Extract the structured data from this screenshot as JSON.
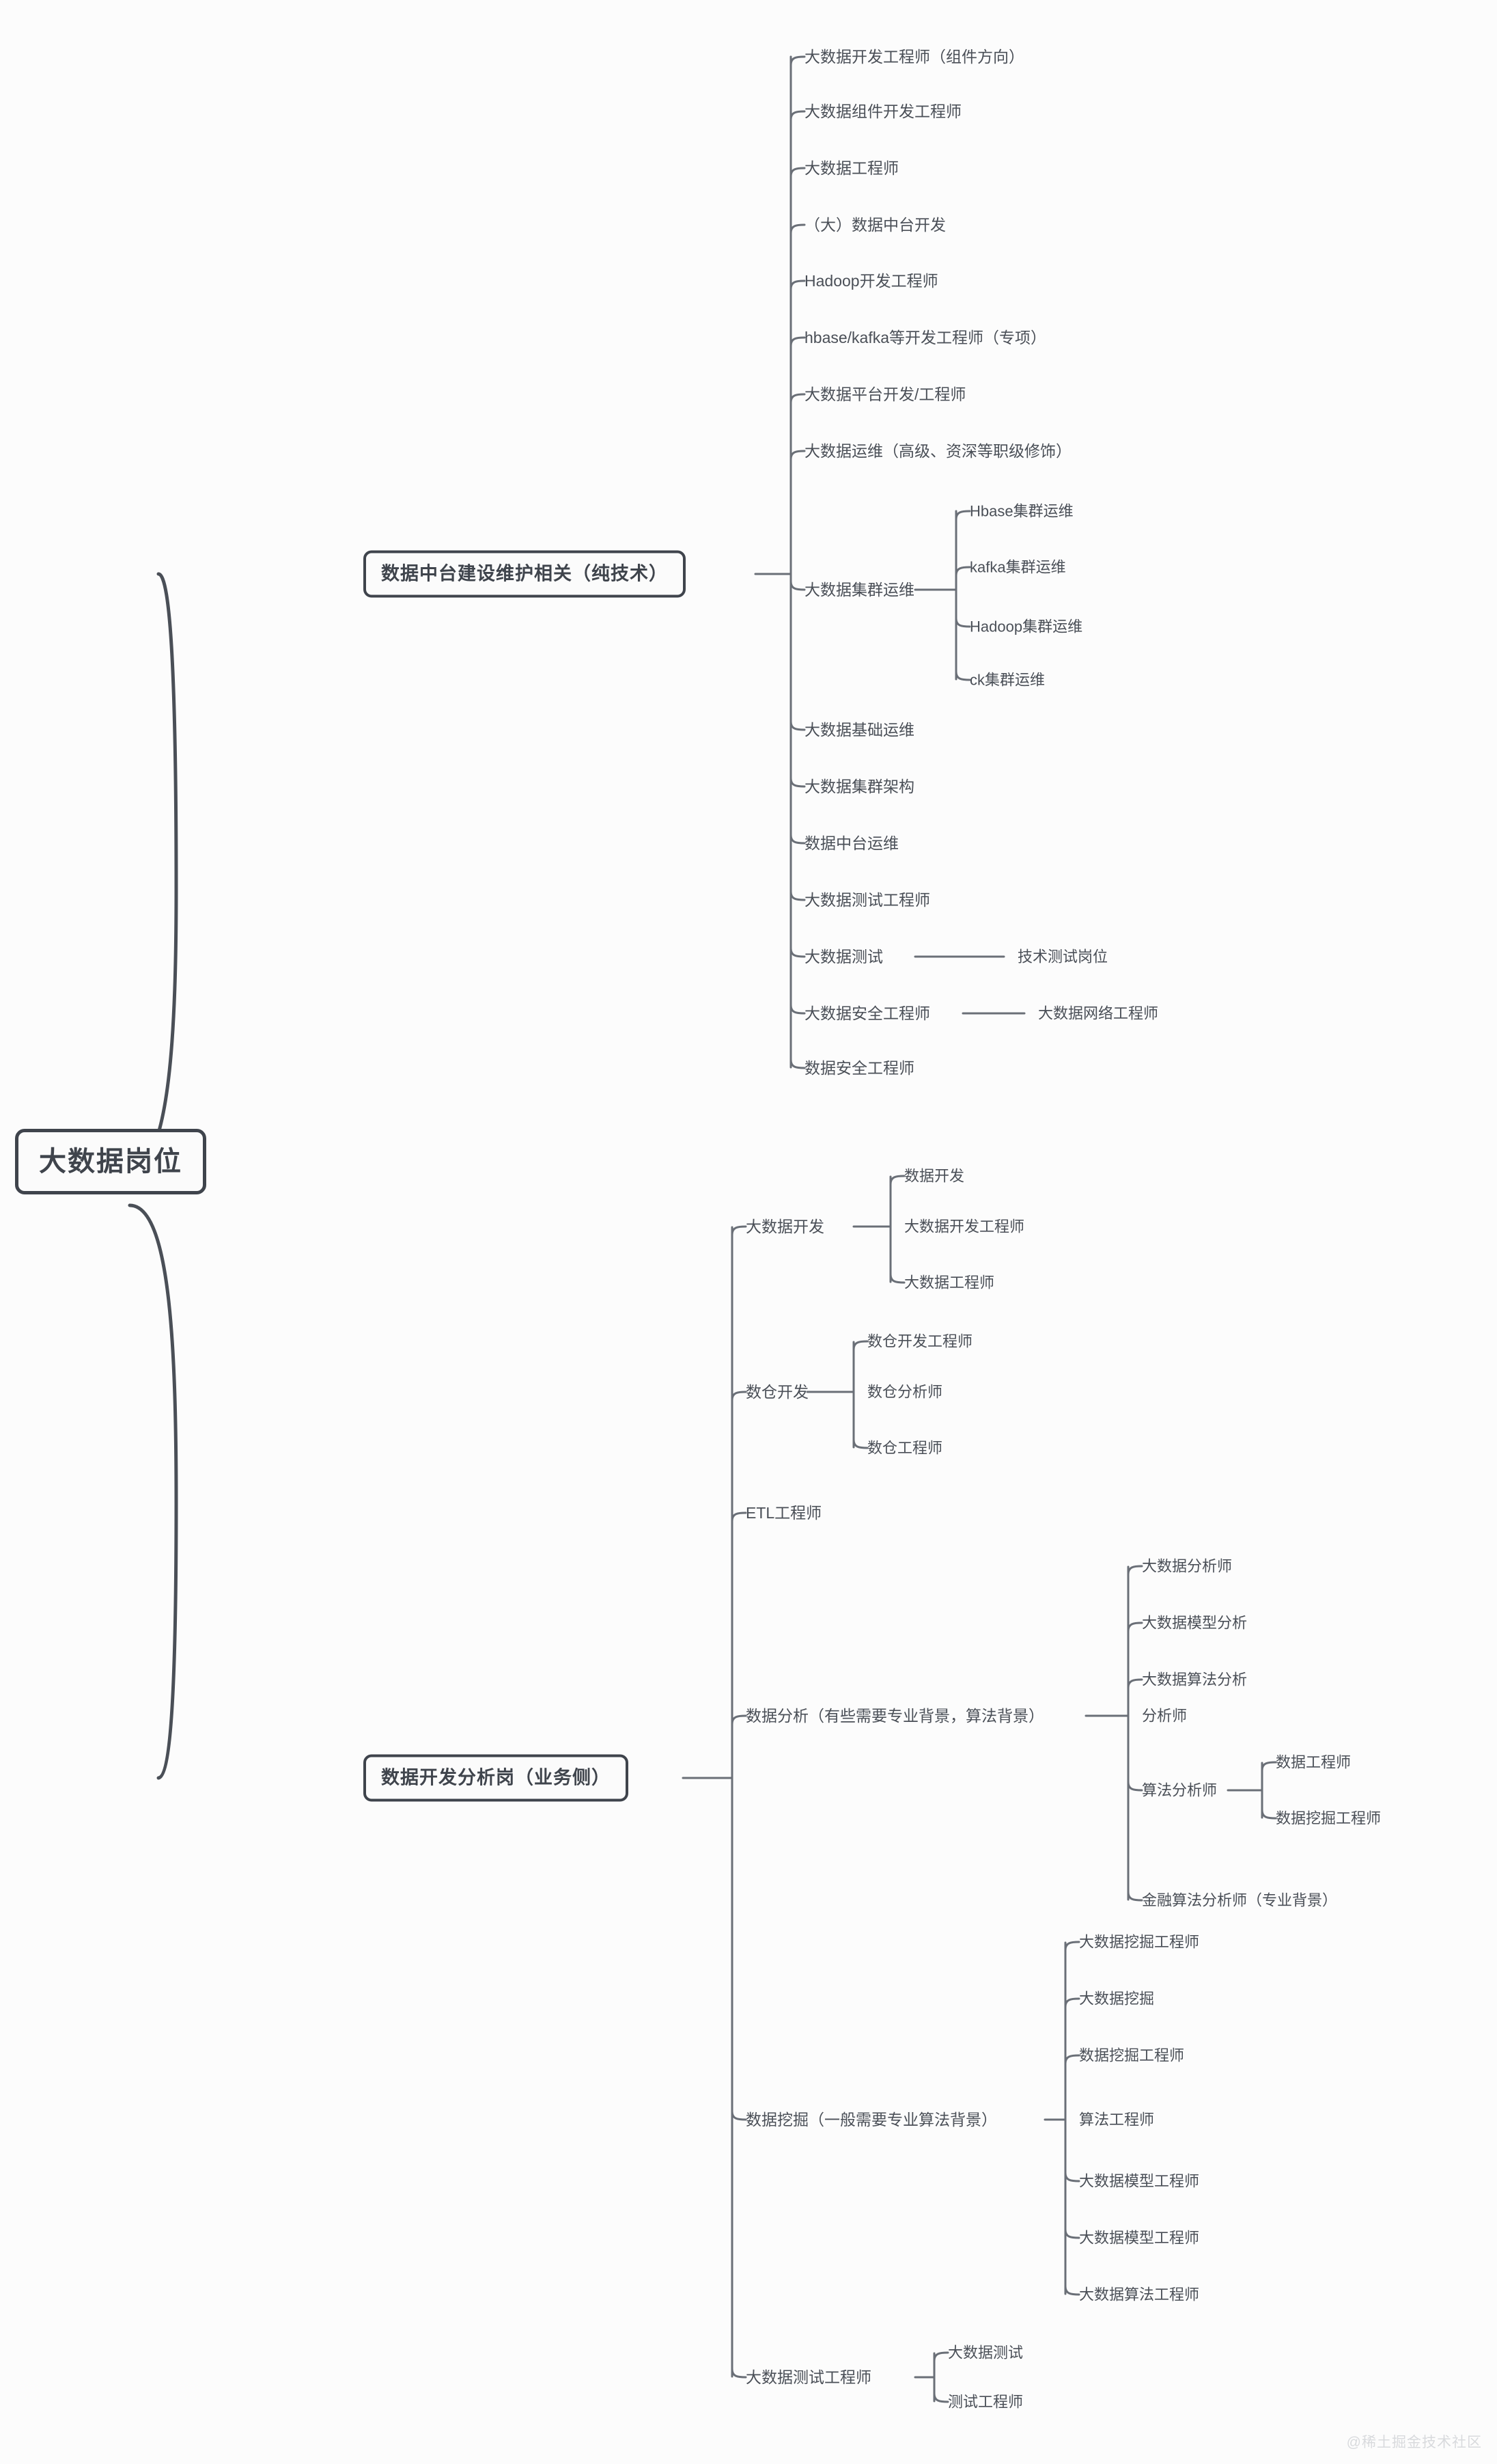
{
  "diagram": {
    "type": "mindmap",
    "title": "大数据岗位",
    "watermark": "@稀土掘金技术社区",
    "colors": {
      "stroke": "#3f444c",
      "line": "#5a6068",
      "text": "#4a4f57",
      "background": "#fcfcfc",
      "node_fill": "#fbfbfb"
    }
  },
  "root": {
    "label": "大数据岗位"
  },
  "branches": [
    {
      "label": "数据中台建设维护相关（纯技术）",
      "children": [
        {
          "label": "大数据开发工程师（组件方向）"
        },
        {
          "label": "大数据组件开发工程师"
        },
        {
          "label": "大数据工程师"
        },
        {
          "label": "（大）数据中台开发"
        },
        {
          "label": "Hadoop开发工程师"
        },
        {
          "label": "hbase/kafka等开发工程师（专项）"
        },
        {
          "label": "大数据平台开发/工程师"
        },
        {
          "label": "大数据运维（高级、资深等职级修饰）"
        },
        {
          "label": "大数据集群运维",
          "children": [
            {
              "label": "Hbase集群运维"
            },
            {
              "label": "kafka集群运维"
            },
            {
              "label": "Hadoop集群运维"
            },
            {
              "label": "ck集群运维"
            }
          ]
        },
        {
          "label": "大数据基础运维"
        },
        {
          "label": "大数据集群架构"
        },
        {
          "label": "数据中台运维"
        },
        {
          "label": "大数据测试工程师"
        },
        {
          "label": "大数据测试",
          "children": [
            {
              "label": "技术测试岗位"
            }
          ]
        },
        {
          "label": "大数据安全工程师",
          "children": [
            {
              "label": "大数据网络工程师"
            }
          ]
        },
        {
          "label": "数据安全工程师"
        }
      ]
    },
    {
      "label": "数据开发分析岗（业务侧）",
      "children": [
        {
          "label": "大数据开发",
          "children": [
            {
              "label": "数据开发"
            },
            {
              "label": "大数据开发工程师"
            },
            {
              "label": "大数据工程师"
            }
          ]
        },
        {
          "label": "数仓开发",
          "children": [
            {
              "label": "数仓开发工程师"
            },
            {
              "label": "数仓分析师"
            },
            {
              "label": "数仓工程师"
            }
          ]
        },
        {
          "label": "ETL工程师"
        },
        {
          "label": "数据分析（有些需要专业背景，算法背景）",
          "children": [
            {
              "label": "大数据分析师"
            },
            {
              "label": "大数据模型分析"
            },
            {
              "label": "大数据算法分析"
            },
            {
              "label": "分析师"
            },
            {
              "label": "算法分析师",
              "children": [
                {
                  "label": "数据工程师"
                },
                {
                  "label": "数据挖掘工程师"
                }
              ]
            },
            {
              "label": "金融算法分析师（专业背景）"
            }
          ]
        },
        {
          "label": "数据挖掘（一般需要专业算法背景）",
          "children": [
            {
              "label": "大数据挖掘工程师"
            },
            {
              "label": "大数据挖掘"
            },
            {
              "label": "数据挖掘工程师"
            },
            {
              "label": "算法工程师"
            },
            {
              "label": "大数据模型工程师"
            },
            {
              "label": "大数据模型工程师"
            },
            {
              "label": "大数据算法工程师"
            }
          ]
        },
        {
          "label": "大数据测试工程师",
          "children": [
            {
              "label": "大数据测试"
            },
            {
              "label": "测试工程师"
            }
          ]
        }
      ]
    }
  ]
}
